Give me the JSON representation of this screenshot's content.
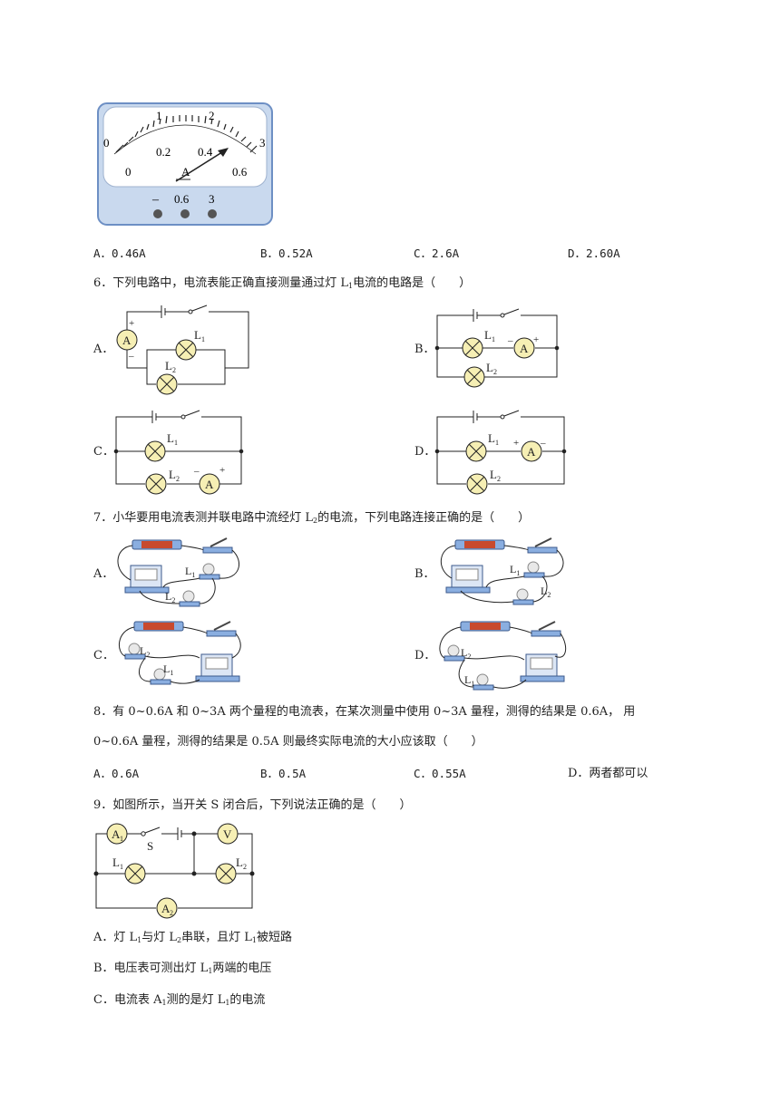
{
  "q5": {
    "meter": {
      "top_scale": [
        "0",
        "1",
        "2",
        "3"
      ],
      "bottom_scale": [
        "0",
        "0.2",
        "0.4",
        "0.6"
      ],
      "unit": "A",
      "terminals": [
        "–",
        "0.6",
        "3"
      ]
    },
    "options": [
      "A．0.46A",
      "B．0.52A",
      "C．2.6A",
      "D．2.60A"
    ]
  },
  "q6": {
    "stem_pre": "6．下列电路中，电流表能正确直接测量通过灯 L",
    "stem_sub": "1",
    "stem_post": "电流的电路是（　　）",
    "labels": [
      "A．",
      "B．",
      "C．",
      "D．"
    ],
    "L": "L",
    "s1": "1",
    "s2": "2",
    "ammeter": "A",
    "plus": "+",
    "minus": "–"
  },
  "q7": {
    "stem_pre": "7．小华要用电流表测并联电路中流经灯 L",
    "stem_sub": "2",
    "stem_post": "的电流，下列电路连接正确的是（　　）",
    "labels": [
      "A．",
      "B．",
      "C．",
      "D．"
    ]
  },
  "q8": {
    "line1": "8．有 0~0.6A 和 0~3A 两个量程的电流表，在某次测量中使用 0~3A 量程，测得的结果是 0.6A，  用",
    "line2": "0~0.6A 量程，测得的结果是 0.5A 则最终实际电流的大小应该取（　　）",
    "options": [
      "A．0.6A",
      "B．0.5A",
      "C．0.55A",
      "D．两者都可以"
    ]
  },
  "q9": {
    "stem": "9．如图所示，当开关 S 闭合后，下列说法正确的是（　　）",
    "circuit": {
      "a1": "A",
      "a2": "A",
      "v": "V",
      "s": "S",
      "l": "L",
      "s1": "1",
      "s2": "2"
    },
    "optA": {
      "p1": "A．灯 L",
      "s1": "1",
      "p2": "与灯 L",
      "s2": "2",
      "p3": "串联，且灯 L",
      "s3": "1",
      "p4": "被短路"
    },
    "optB": {
      "p1": "B．电压表可测出灯 L",
      "s1": "1",
      "p2": "两端的电压"
    },
    "optC": {
      "p1": "C．电流表 A",
      "s1": "1",
      "p2": "测的是灯 L",
      "s2": "1",
      "p3": "的电流"
    }
  }
}
